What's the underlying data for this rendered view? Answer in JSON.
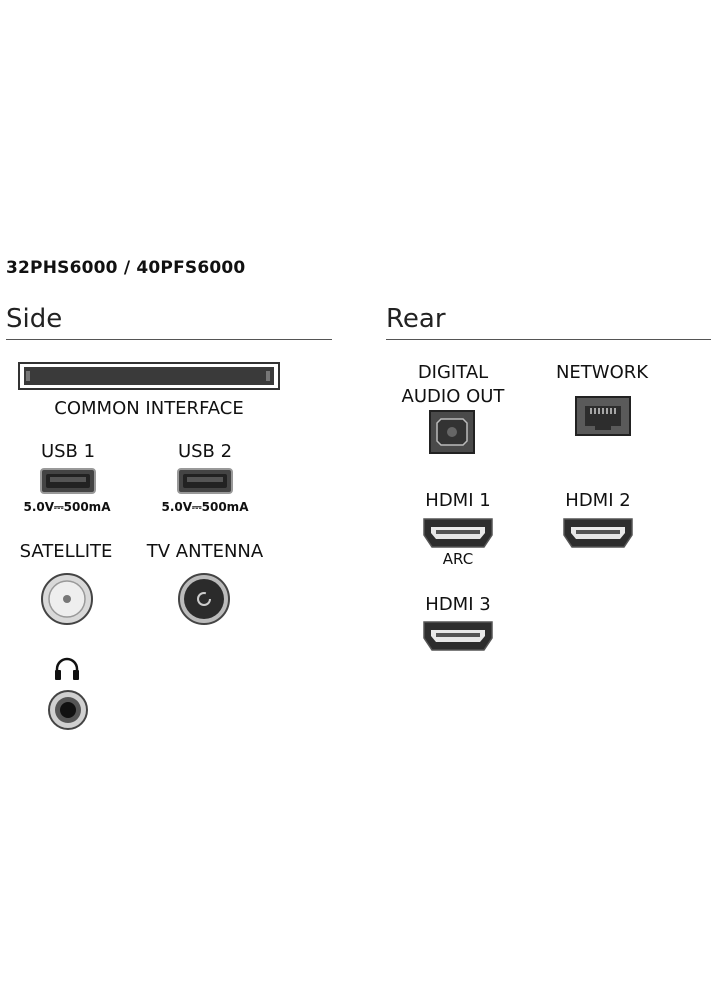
{
  "model": "32PHS6000 / 40PFS6000",
  "side": {
    "title": "Side",
    "common_interface": "COMMON INTERFACE",
    "usb1": {
      "label": "USB 1",
      "rating": "5.0V⎓500mA"
    },
    "usb2": {
      "label": "USB 2",
      "rating": "5.0V⎓500mA"
    },
    "satellite": "SATELLITE",
    "tv_antenna": "TV ANTENNA"
  },
  "rear": {
    "title": "Rear",
    "digital_audio_out_line1": "DIGITAL",
    "digital_audio_out_line2": "AUDIO OUT",
    "network": "NETWORK",
    "hdmi1": {
      "label": "HDMI 1",
      "sub": "ARC"
    },
    "hdmi2": {
      "label": "HDMI 2"
    },
    "hdmi3": {
      "label": "HDMI 3"
    }
  }
}
